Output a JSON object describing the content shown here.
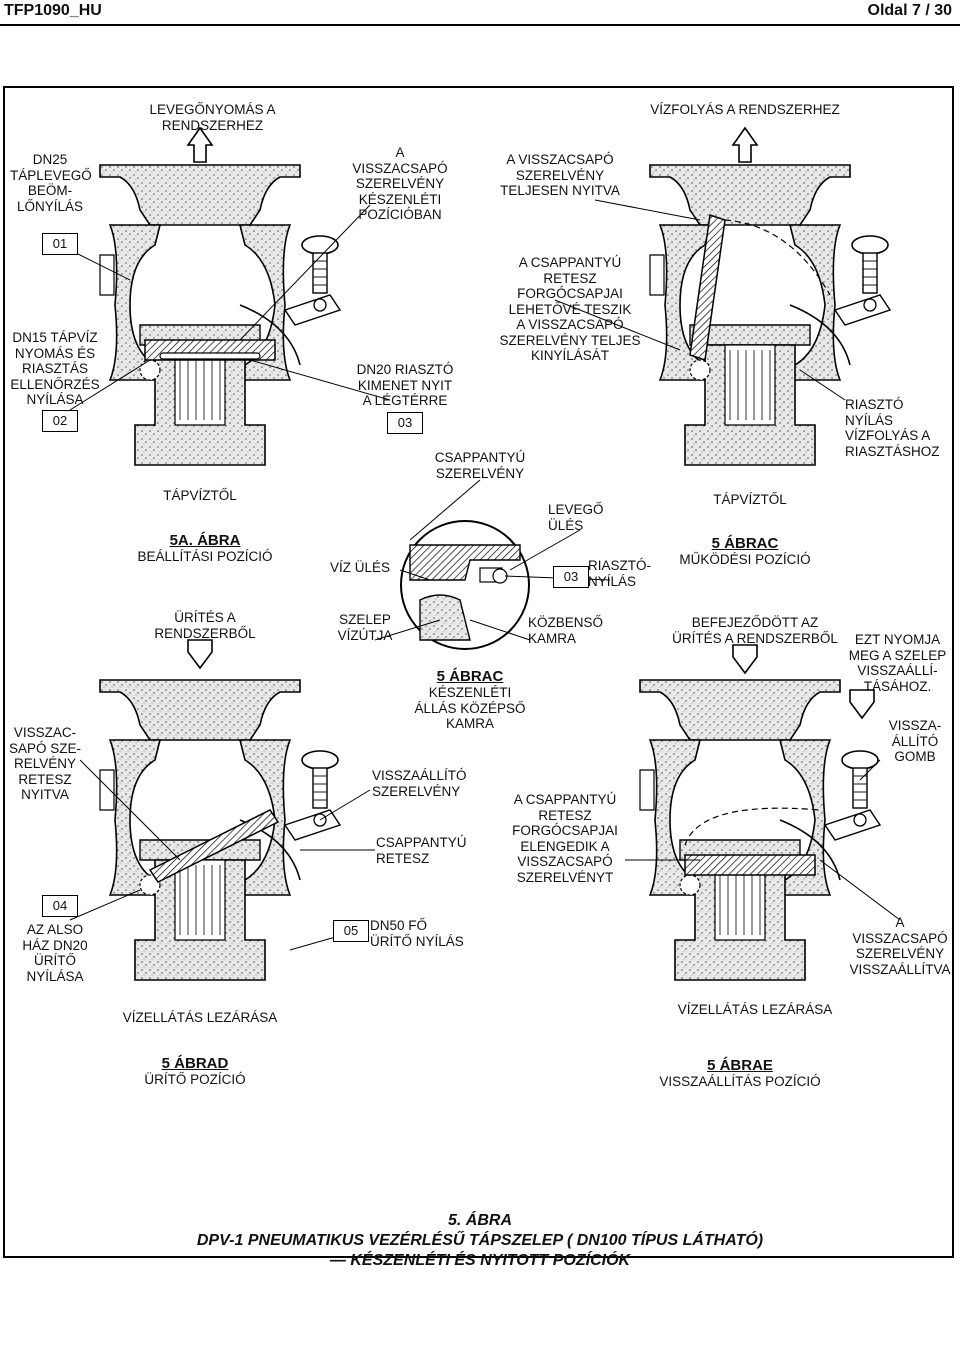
{
  "header": {
    "doc_code": "TFP1090_HU",
    "page": "Oldal 7 / 30"
  },
  "labels": {
    "air_pressure_to_system": "LEVEGŐNYOMÁS A RENDSZERHEZ",
    "water_flow_to_system": "VÍZFOLYÁS A RENDSZERHEZ",
    "dn25_inlet": "DN25\nTÁPLEVEGŐ\nBEÖM-\nLŐNYÍLÁS",
    "dn15_port": "DN15 TÁPVÍZ\nNYOMÁS ÉS\nRIASZTÁS\nELLENŐRZÉS\nNYÍLÁSA",
    "clapper_ready": "A\nVISSZACSAPÓ\nSZERELVÉNY\nKÉSZENLÉTI\nPOZÍCIÓBAN",
    "dn20_alarm": "DN20 RIASZTÓ\nKIMENET NYIT\nA LÉGTÉRRE",
    "clapper_open_full": "A VISSZACSAPÓ\nSZERELVÉNY\nTELJESEN NYITVA",
    "latch_pivot": "A CSAPPANTYÚ\nRETESZ FORGÓCSAPJAI\nLEHETŐVÉ TESZIK\nA VISSZACSAPÓ\nSZERELVÉNY TELJES\nKINYÍLÁSÁT",
    "alarm_port_flow": "RIASZTÓ\nNYÍLÁS\nVÍZFOLYÁS A\nRIASZTÁSHOZ",
    "clapper_assembly": "CSAPPANTYÚ\nSZERELVÉNY",
    "from_supply_a": "TÁPVÍZTŐL",
    "from_supply_b": "TÁPVÍZTŐL",
    "air_seat": "LEVEGŐ\nÜLÉS",
    "water_seat": "VÍZ ÜLÉS",
    "alarm_port": "RIASZTÓ-\nNYÍLÁS",
    "drain_from_system": "ÜRÍTÉS A\nRENDSZERBŐL",
    "valve_waterway": "SZELEP\nVÍZÚTJA",
    "intermediate_chamber": "KÖZBENSŐ\nKAMRA",
    "drain_complete": "BEFEJEZŐDÖTT AZ\nÜRÍTÉS A RENDSZERBŐL",
    "push_to_reset": "EZT NYOMJA\nMEG A SZELEP\nVISSZAÁLLÍ-\nTÁSÁHOZ.",
    "reset_knob": "VISSZA-\nÁLLÍTÓ\nGOMB",
    "clapper_latched_open": "VISSZAC-\nSAPÓ SZE-\nRELVÉNY\nRETESZ\nNYITVA",
    "reset_assembly": "VISSZAÁLLÍTÓ\nSZERELVÉNY",
    "clapper_latch": "CSAPPANTYÚ\nRETESZ",
    "latch_releases": "A CSAPPANTYÚ\nRETESZ\nFORGÓCSAPJAI\nELENGEDIK A\nVISSZACSAPÓ\nSZERELVÉNYT",
    "lower_drain": "AZ ALSO\nHÁZ DN20\nÜRÍTŐ\nNYÍLÁSA",
    "dn50_drain": "DN50 FŐ\nÜRÍTŐ NYÍLÁS",
    "clapper_reset": "A\nVISSZACSAPÓ\nSZERELVÉNY\nVISSZAÁLLÍTVA",
    "supply_shutoff_a": "VÍZELLÁTÁS LEZÁRÁSA",
    "supply_shutoff_b": "VÍZELLÁTÁS LEZÁRÁSA"
  },
  "callouts": {
    "c01": "01",
    "c02": "02",
    "c03a": "03",
    "c03b": "03",
    "c04": "04",
    "c05": "05"
  },
  "figures": {
    "a_title": "5A. ÁBRA",
    "a_sub": "BEÁLLÍTÁSI POZÍCIÓ",
    "b_title": "5 ÁBRAC",
    "b_sub": "MŰKÖDÉSI POZÍCIÓ",
    "c_title": "5 ÁBRAC",
    "c_sub": "KÉSZENLÉTI\nÁLLÁS KÖZÉPSŐ\nKAMRA",
    "d_title": "5 ÁBRAD",
    "d_sub": "ÜRÍTŐ POZÍCIÓ",
    "e_title": "5 ÁBRAE",
    "e_sub": "VISSZAÁLLÍTÁS POZÍCIÓ"
  },
  "footer": {
    "line1": "5. ÁBRA",
    "line2": "DPV-1 PNEUMATIKUS VEZÉRLÉSŰ TÁPSZELEP ( DN100 TÍPUS LÁTHATÓ)",
    "line3": "— KÉSZENLÉTI ÉS NYITOTT POZÍCIÓK"
  }
}
